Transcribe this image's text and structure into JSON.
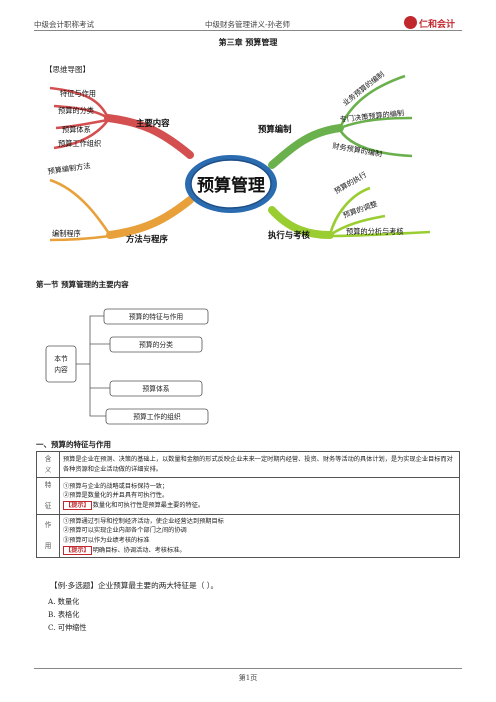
{
  "header": {
    "left": "中级会计职称考试",
    "center": "中级财务管理讲义-孙老师",
    "logo_text": "仁和会计"
  },
  "chapter_title": "第三章   预算管理",
  "mindmap_label": "【思维导图】",
  "mindmap": {
    "center": "预算管理",
    "branches": {
      "main_content": {
        "label": "主要内容",
        "items": [
          "特征与作用",
          "预算的分类",
          "预算体系",
          "预算工作组织"
        ]
      },
      "budget_prep": {
        "label": "预算编制",
        "items": [
          "业务预算的编制",
          "专门决策预算的编制",
          "财务预算的编制"
        ]
      },
      "methods": {
        "label": "方法与程序",
        "items": [
          "预算编制方法",
          "编制程序"
        ]
      },
      "execution": {
        "label": "执行与考核",
        "items": [
          "预算的执行",
          "预算的调整",
          "预算的分析与考核"
        ]
      }
    }
  },
  "section_title": "第一节   预算管理的主要内容",
  "outline": {
    "root_line1": "本节",
    "root_line2": "内容",
    "items": [
      "预算的特征与作用",
      "预算的分类",
      "预算体系",
      "预算工作的组织"
    ]
  },
  "sub_title": "一、预算的特征与作用",
  "table": {
    "rows": [
      {
        "label1": "含",
        "label2": "义",
        "lines": [
          "预算是企业在预测、决策的基础上，以数量和金额的形式反映企业未来一定时期内经营、投资、财务等活动的具体计划，是为实现企业目标而对各种资源和企业活动做的详细安排。"
        ]
      },
      {
        "label1": "特",
        "label2": "征",
        "lines": [
          "①预算与企业的战略或目标保持一致；",
          "②预算是数量化的并且具有可执行性。"
        ],
        "tip_label": "【提示】",
        "tip_text": "数量化和可执行性是预算最主要的特征。"
      },
      {
        "label1": "作",
        "label2": "用",
        "lines": [
          "①预算通过引导和控制经济活动，使企业经营达到预期目标",
          "②预算可以实现企业内部各个部门之间的协调",
          "③预算可以作为业绩考核的标准"
        ],
        "tip_label": "【提示】",
        "tip_text": "明确目标、协调活动、考核标准。"
      }
    ]
  },
  "question": {
    "stem": "【例·多选题】企业预算最主要的两大特征是（    ）。",
    "options": [
      "A. 数量化",
      "B. 表格化",
      "C. 可伸缩性"
    ]
  },
  "footer": "第1页"
}
